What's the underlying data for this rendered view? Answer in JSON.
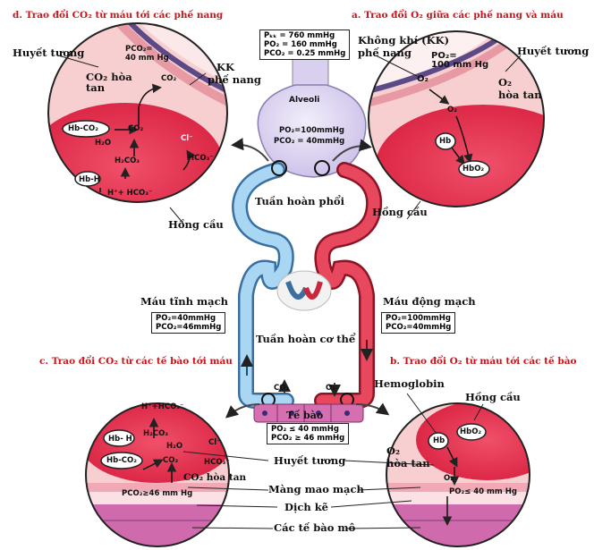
{
  "titles": {
    "d": "d. Trao đổi CO₂ từ máu tới các phế nang",
    "a": "a. Trao đổi O₂ giữa các phế nang và máu",
    "c": "c. Trao đổi CO₂ từ các tế bào tới máu",
    "b": "b. Trao đổi O₂ từ máu tới các tế bào"
  },
  "center": {
    "atm_box": [
      "Pₖₖ = 760 mmHg",
      "PO₂ = 160 mmHg",
      "PCO₂ = 0.25 mmHg"
    ],
    "alveoli": "Alveoli",
    "alveoli_values": [
      "PO₂=100mmHg",
      "PCO₂ = 40mmHg"
    ],
    "pulmonary": "Tuần hoàn phổi",
    "systemic": "Tuần hoàn cơ thể",
    "venous": "Máu tĩnh mạch",
    "arterial": "Máu động mạch",
    "venous_box": [
      "PO₂=40mmHg",
      "PCO₂=46mmHg"
    ],
    "arterial_box": [
      "PO₂=100mmHg",
      "PCO₂=40mmHg"
    ],
    "cells": "Tế bào",
    "cell_box": [
      "PO₂ ≤ 40 mmHg",
      "PCO₂ ≥ 46 mmHg"
    ],
    "co2": "CO₂",
    "o2": "O₂"
  },
  "panel_d": {
    "plasma": "Huyết tương",
    "co2_dissolved": "CO₂ hòa tan",
    "pco2": [
      "PCO₂=",
      "40 mm Hg"
    ],
    "co2": "CO₂",
    "kk": [
      "KK",
      "phế nang"
    ],
    "hbco2": "Hb-CO₂",
    "co2_b": "CO₂",
    "h2o": "H₂O",
    "cl": "Cl⁻",
    "h2co3": "H₂CO₃",
    "hco3": "HCO₃⁻",
    "hbh": "Hb-H",
    "reaction": "H⁺+ HCO₃⁻",
    "rbc": "Hồng cầu"
  },
  "panel_a": {
    "air": [
      "Không khí (KK)",
      "phế nang"
    ],
    "plasma": "Huyết tương",
    "po2": [
      "PO₂=",
      "100 mm Hg"
    ],
    "o2_top": "O₂",
    "o2_dissolved": [
      "O₂",
      "hòa tan"
    ],
    "o2_mid": "O₂",
    "hb": "Hb",
    "hbo2": "HbO₂",
    "rbc": "Hồng cầu"
  },
  "panel_c": {
    "reaction": "H⁺+HCO₃⁻",
    "hbh": "Hb- H",
    "h2co3": "H₂CO₃",
    "h2o": "H₂O",
    "cl": "Cl⁻",
    "hbco2": "Hb-CO₂",
    "co2": "CO₂",
    "hco3": "HCO₃⁻",
    "co2_dissolved": "CO₂ hòa tan",
    "pco2": "PCO₂≥46 mm Hg"
  },
  "panel_b": {
    "hemoglobin": "Hemoglobin",
    "rbc": "Hồng cầu",
    "hb": "Hb",
    "hbo2": "HbO₂",
    "o2_dissolved": [
      "O₂",
      "hòa tan"
    ],
    "o2": "O₂",
    "po2": "PO₂≤ 40 mm Hg"
  },
  "bottom_labels": {
    "plasma": "Huyết tương",
    "capillary": "Màng mao mạch",
    "interstitial": "Dịch kẽ",
    "tissue": "Các tế bào mô"
  },
  "colors": {
    "title_red": "#c8151b",
    "blood": "#e63950",
    "plasma": "#f6c3c3",
    "venous": "#9fd0ee",
    "alveolus": "#d9d0f0",
    "tissue": "#d070b0"
  }
}
